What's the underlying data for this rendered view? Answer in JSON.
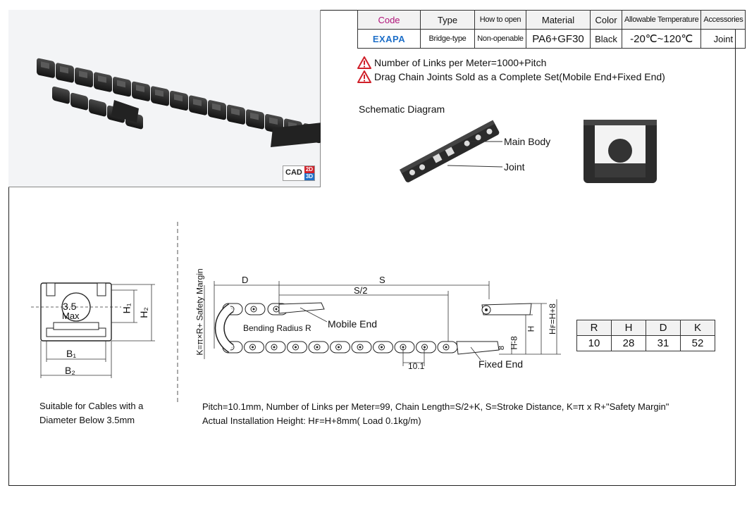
{
  "spec_table": {
    "headers": [
      "Code",
      "Type",
      "How to open",
      "Material",
      "Color",
      "Allowable Temperature",
      "Accessories"
    ],
    "values": [
      "EXAPA",
      "Bridge-type",
      "Non-openable",
      "PA6+GF30",
      "Black",
      "-20℃~120℃",
      "Joint"
    ]
  },
  "notes": [
    "Number of Links per Meter=1000+Pitch",
    "Drag Chain Joints Sold as a Complete Set(Mobile End+Fixed End)"
  ],
  "cad_badge": {
    "label": "CAD",
    "top": "2D",
    "bottom": "3D"
  },
  "schematic": {
    "title": "Schematic Diagram",
    "main_body": "Main Body",
    "joint": "Joint"
  },
  "cross_section": {
    "size_value": "3.5",
    "size_unit": "Max",
    "h1": "H₁",
    "h2": "H₂",
    "b1": "B₁",
    "b2": "B₂",
    "caption_line1": "Suitable for Cables with a",
    "caption_line2": "Diameter Below 3.5mm"
  },
  "side_view": {
    "d": "D",
    "s": "S",
    "s_half": "S/2",
    "k_label": "K=π×R+ Safety Margin",
    "bending_radius": "Bending Radius R",
    "mobile_end": "Mobile End",
    "fixed_end": "Fixed End",
    "pitch": "10.1",
    "h": "H",
    "h8": "H-8",
    "hf": "Hꜰ=H+8",
    "eight": "8"
  },
  "dimension_table": {
    "headers": [
      "R",
      "H",
      "D",
      "K"
    ],
    "values": [
      "10",
      "28",
      "31",
      "52"
    ]
  },
  "footer": {
    "line1": "Pitch=10.1mm, Number of Links per Meter=99, Chain Length=S/2+K, S=Stroke Distance, K=π x R+\"Safety Margin\"",
    "line2": "Actual Installation Height: Hꜰ=H+8mm( Load 0.1kg/m)"
  },
  "colors": {
    "code_header": "#b0147a",
    "code_value": "#1e6fc8",
    "warning": "#d0202a",
    "chain": "#2a2a2a"
  }
}
